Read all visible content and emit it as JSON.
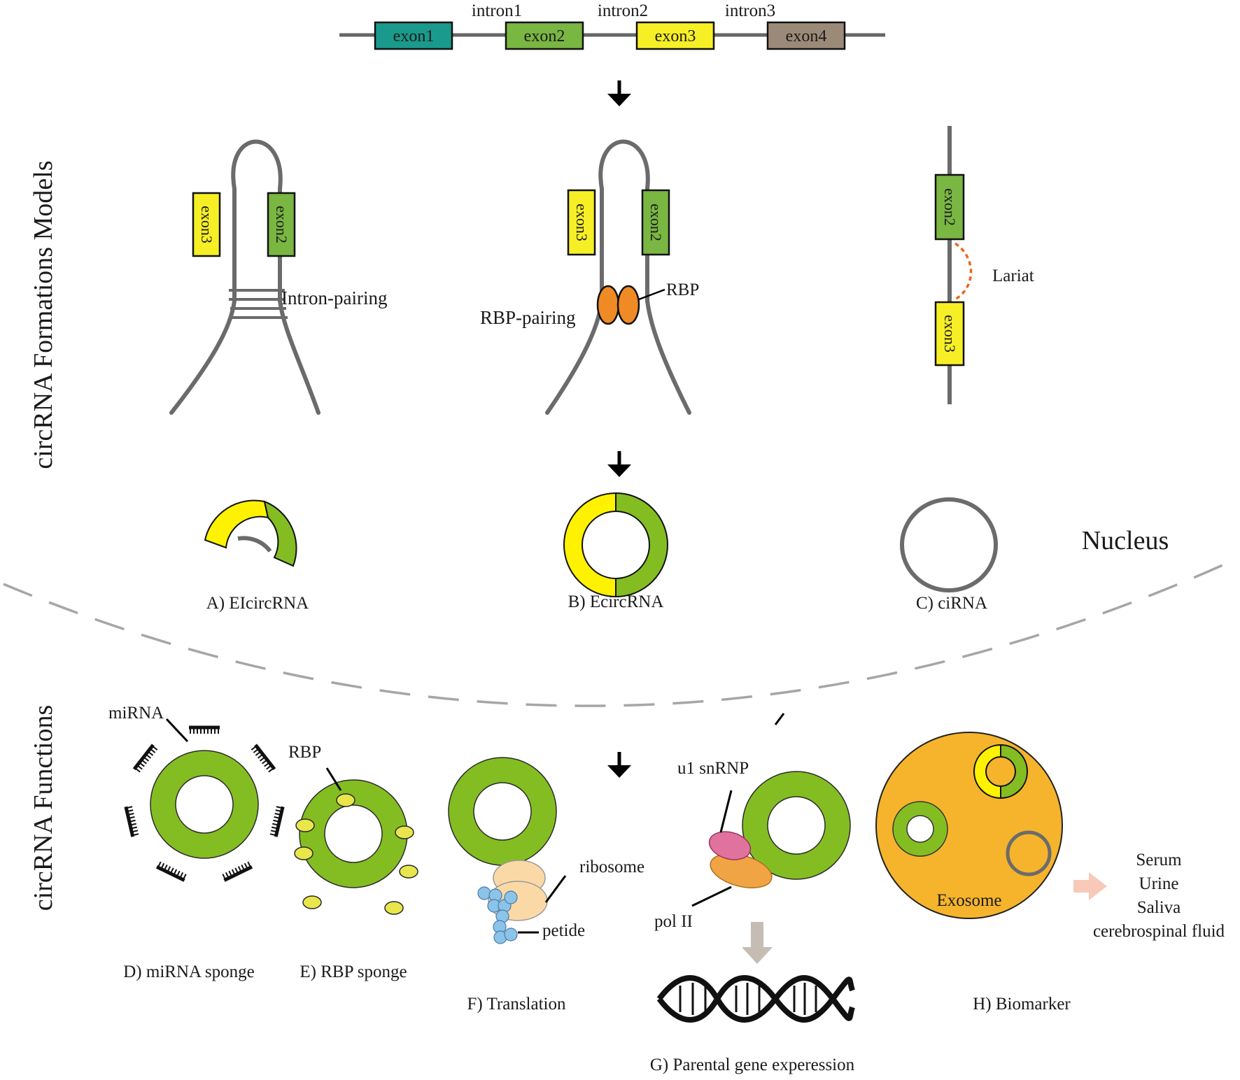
{
  "gene": {
    "exons": [
      "exon1",
      "exon2",
      "exon3",
      "exon4"
    ],
    "introns": [
      "intron1",
      "intron2",
      "intron3"
    ]
  },
  "formation": {
    "section_title": "circRNA Formations Models",
    "intron_pairing": {
      "label": "Intron-pairing",
      "exon_left": "exon3",
      "exon_right": "exon2"
    },
    "rbp_pairing": {
      "label": "RBP-pairing",
      "rbp": "RBP",
      "exon_left": "exon3",
      "exon_right": "exon2"
    },
    "lariat": {
      "label": "Lariat",
      "exon_top": "exon2",
      "exon_bottom": "exon3"
    }
  },
  "types": {
    "a": "A) EIcircRNA",
    "b": "B) EcircRNA",
    "c": "C) ciRNA",
    "nucleus": "Nucleus"
  },
  "functions": {
    "section_title": "circRNA Functions",
    "mirna_label": "miRNA",
    "rbp_label": "RBP",
    "d": "D) miRNA sponge",
    "e": "E) RBP sponge",
    "ribosome": "ribosome",
    "peptide": "petide",
    "f": "F) Translation",
    "u1": "u1 snRNP",
    "pol2": "pol II",
    "g": "G) Parental gene experession",
    "exosome": "Exosome",
    "fluids": [
      "Serum",
      "Urine",
      "Saliva",
      "cerebrospinal fluid"
    ],
    "h": "H) Biomarker"
  },
  "colors": {
    "exon1": "#1a9a8c",
    "exon2": "#79b642",
    "exon3": "#f7ef25",
    "exon4": "#9c8a78",
    "circ_green": "#84bd22",
    "circ_yellow": "#fff200",
    "rbp_orange": "#f08a24",
    "exosome": "#f5b42b",
    "peptide_blue": "#8cc3e8",
    "ribosome": "#fbd9a6",
    "u1_pink": "#e0739e",
    "pol2_orange": "#f0a444"
  }
}
